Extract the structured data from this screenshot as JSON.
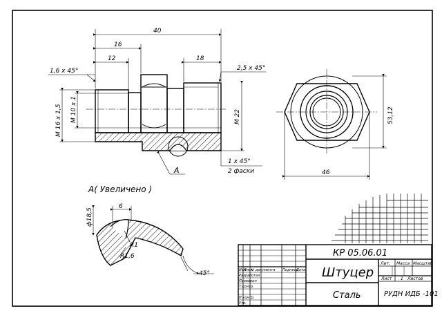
{
  "drawing": {
    "dims": {
      "d40": "40",
      "d16": "16",
      "d12": "12",
      "d18": "18",
      "ch_left": "1,6 x 45°",
      "ch_right": "2,5 x 45°",
      "m16": "М 16 х 1,5",
      "m10": "М 10 х 1",
      "m22": "М 22",
      "ch_bottom1": "1 х 45°",
      "ch_bottom2": "2 фаски",
      "s5312": "53,12",
      "s46": "46",
      "view_mark": "A"
    },
    "detail": {
      "title": "А( Увеличено )",
      "d6": "6",
      "d185": "ф18,5",
      "r1": "R1",
      "r16": "R1,6",
      "a45": "45°"
    }
  },
  "title_block": {
    "code": "КР 05.06.01",
    "name": "Штуцер",
    "material": "Сталь",
    "org": "РУДН ИДБ -101",
    "col_lit": "Лит.",
    "col_mass": "Масса",
    "col_scale": "Масштаб",
    "sheet": "Лист",
    "sheets": "Листов",
    "sheets_val": "1",
    "hdr": [
      "Изм",
      "Лист",
      "№ документа",
      "Подпись",
      "Дата"
    ],
    "roles": [
      "Разработал",
      "Проверил",
      "Т.контр.",
      "Н.контр.",
      "Утв."
    ]
  }
}
